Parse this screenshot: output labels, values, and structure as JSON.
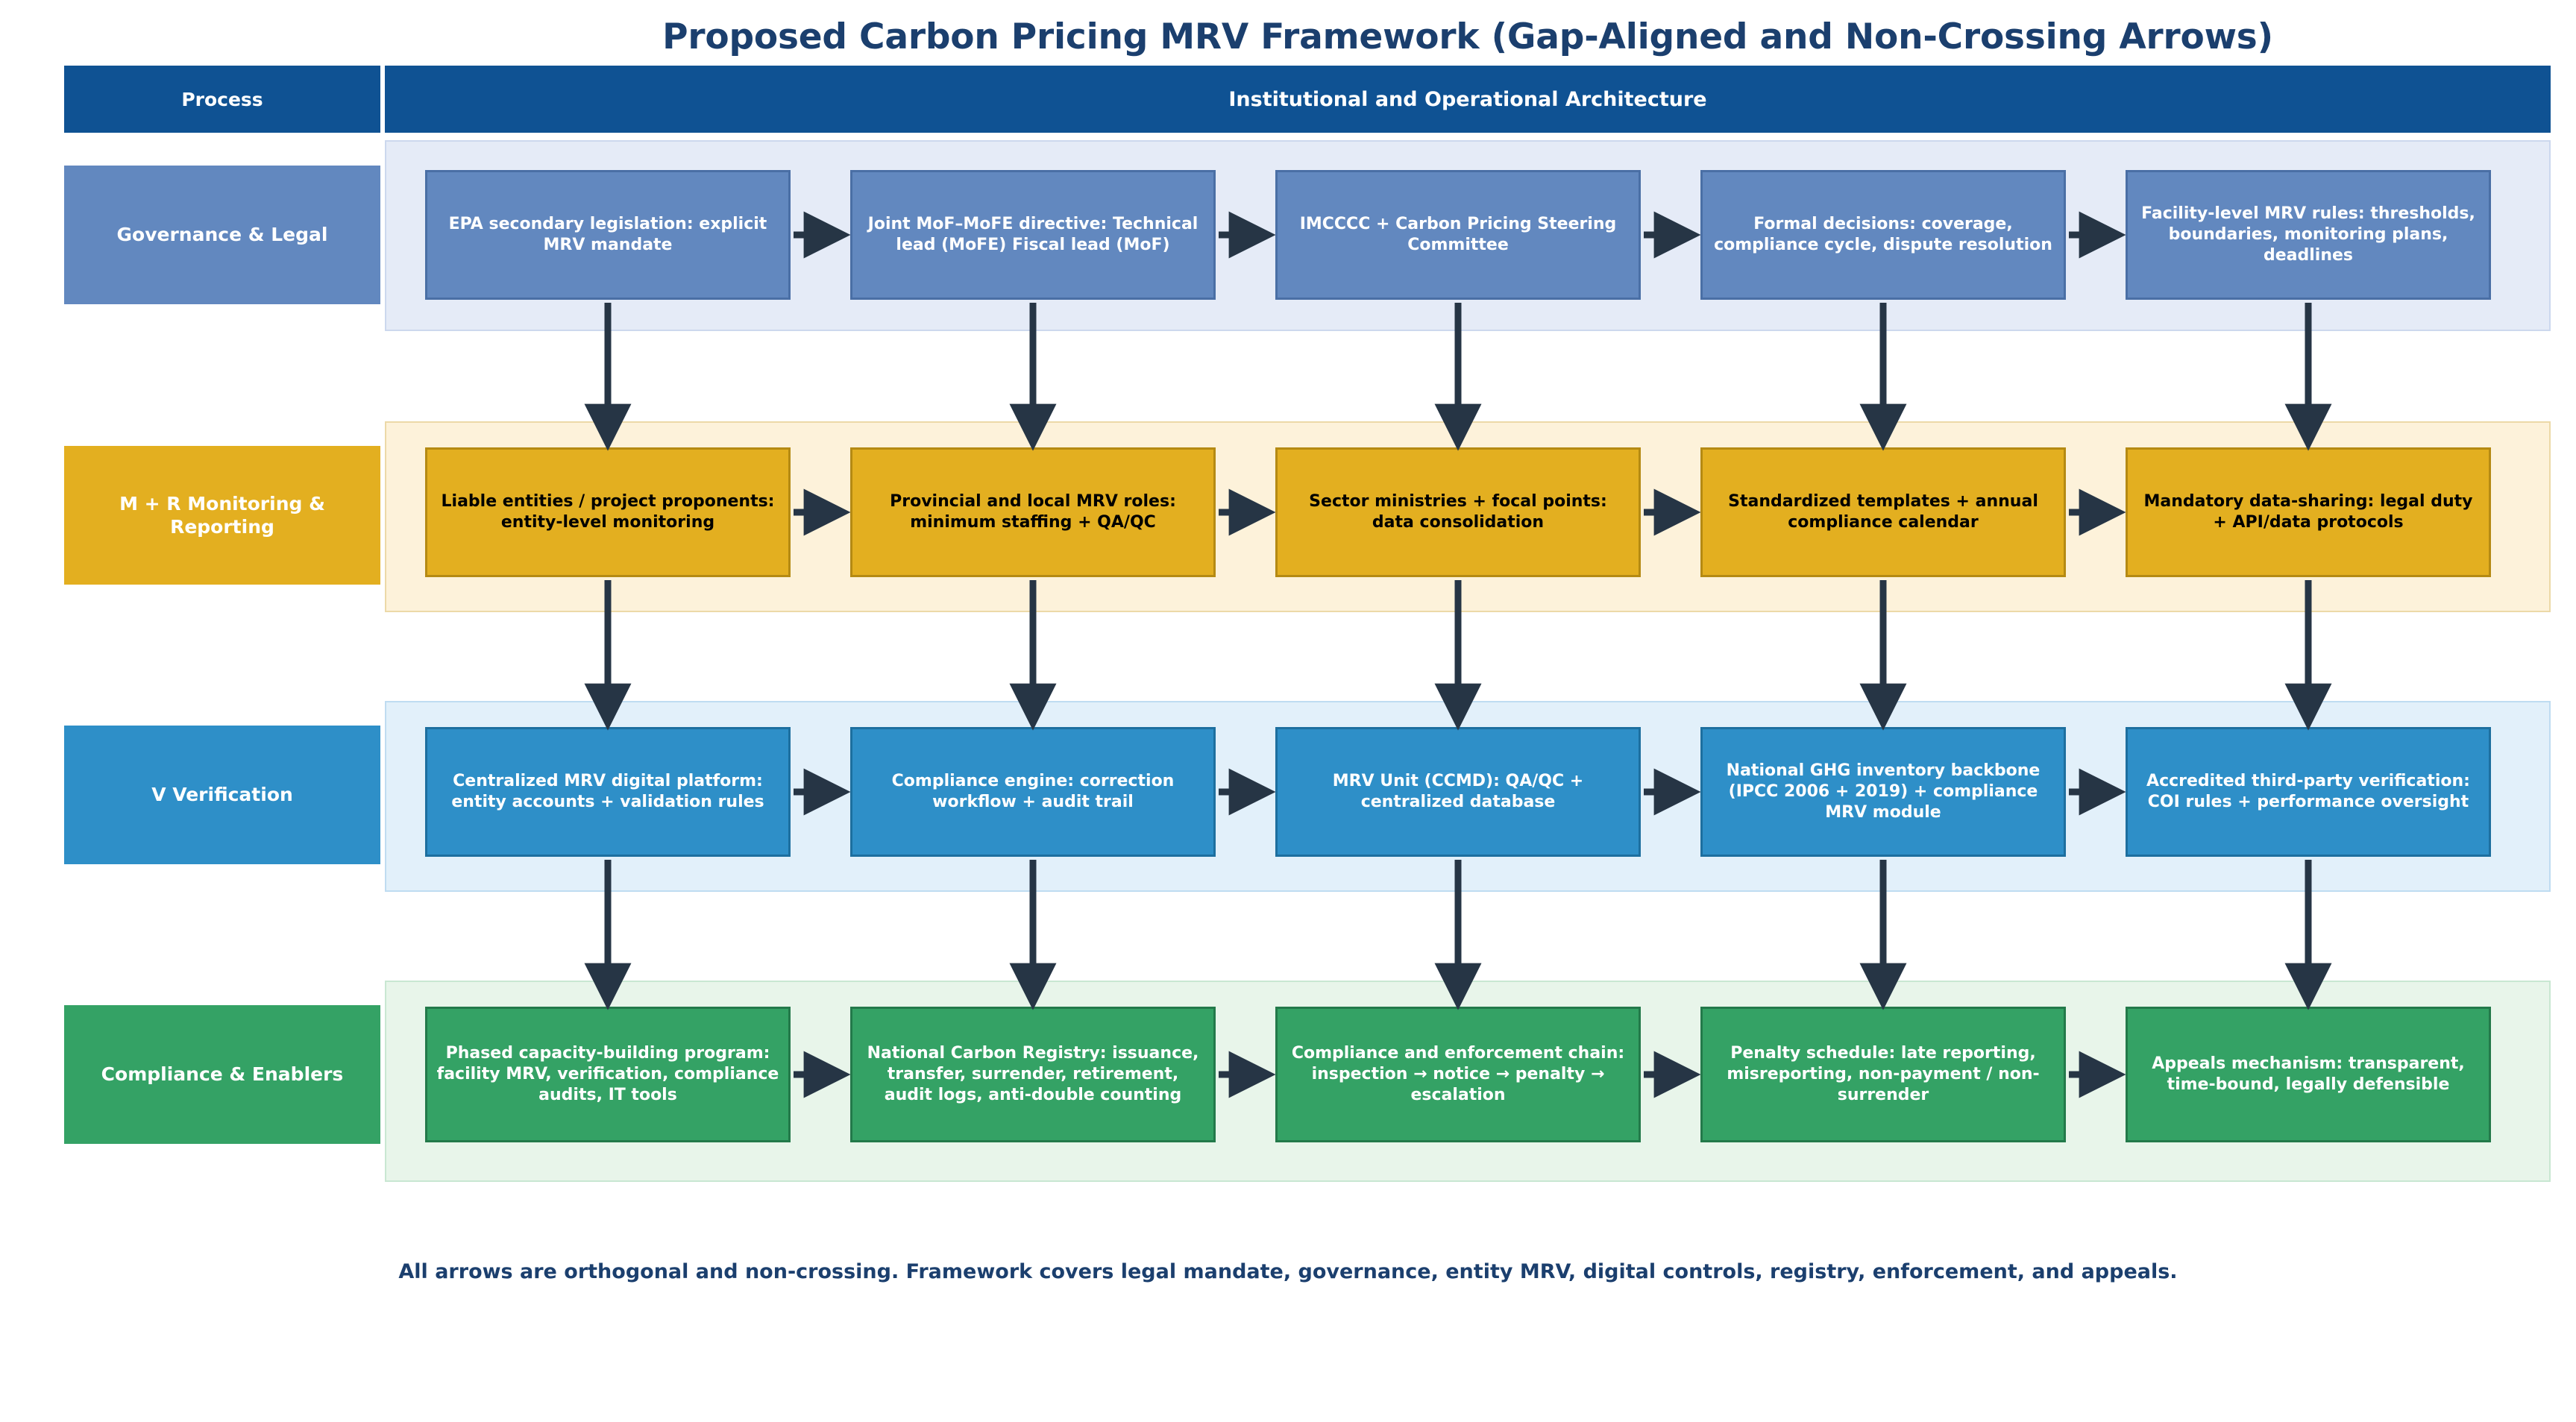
{
  "title": "Proposed Carbon Pricing MRV Framework (Gap-Aligned and Non-Crossing Arrows)",
  "header": {
    "process_label": "Process",
    "main_label": "Institutional and Operational Architecture"
  },
  "caption": "All arrows are orthogonal and non-crossing. Framework covers legal mandate, governance, entity MRV, digital controls, registry, enforcement, and appeals.",
  "colors": {
    "header_blue": "#0f5293",
    "title_navy": "#1b3f6e",
    "arrow_navy": "#263545",
    "lane1_fill": "#6288bf",
    "lane1_border": "#4a6fa5",
    "lane1_band": "#e5ebf7",
    "lane1_band_border": "#ccd8ee",
    "lane2_fill": "#e3af20",
    "lane2_border": "#b58a13",
    "lane2_band": "#fdf2da",
    "lane2_band_border": "#ecd9a8",
    "lane3_fill": "#2e8fc8",
    "lane3_border": "#1d6f9f",
    "lane3_band": "#e2f0fa",
    "lane3_band_border": "#bfdcf1",
    "lane4_fill": "#34a265",
    "lane4_border": "#23794a",
    "lane4_band": "#e8f5ea",
    "lane4_band_border": "#c9e7d2"
  },
  "lanes": [
    {
      "id": "governance-legal",
      "label": "Governance & Legal",
      "text_color": "#ffffff",
      "nodes": [
        "EPA secondary legislation: explicit MRV mandate",
        "Joint MoF–MoFE directive: Technical lead (MoFE) Fiscal lead (MoF)",
        "IMCCCC + Carbon Pricing Steering Committee",
        "Formal decisions: coverage, compliance cycle, dispute resolution",
        "Facility-level MRV rules: thresholds, boundaries, monitoring plans, deadlines"
      ]
    },
    {
      "id": "m-r-monitoring-reporting",
      "label": "M + R Monitoring & Reporting",
      "text_color": "#000000",
      "nodes": [
        "Liable entities / project proponents: entity-level monitoring",
        "Provincial and local MRV roles: minimum staffing + QA/QC",
        "Sector ministries + focal points: data consolidation",
        "Standardized templates + annual compliance calendar",
        "Mandatory data-sharing: legal duty + API/data protocols"
      ]
    },
    {
      "id": "v-verification",
      "label": "V Verification",
      "text_color": "#ffffff",
      "nodes": [
        "Centralized MRV digital platform: entity accounts + validation rules",
        "Compliance engine: correction workflow + audit trail",
        "MRV Unit (CCMD): QA/QC + centralized database",
        "National GHG inventory backbone (IPCC 2006 + 2019) + compliance MRV module",
        "Accredited third-party verification: COI rules + performance oversight"
      ]
    },
    {
      "id": "compliance-enablers",
      "label": "Compliance & Enablers",
      "text_color": "#ffffff",
      "nodes": [
        "Phased capacity-building program: facility MRV, verification, compliance audits, IT tools",
        "National Carbon Registry: issuance, transfer, surrender, retirement, audit logs, anti-double counting",
        "Compliance and enforcement chain: inspection → notice → penalty → escalation",
        "Penalty schedule: late reporting, misreporting, non-payment / non-surrender",
        "Appeals mechanism: transparent, time-bound, legally defensible"
      ]
    }
  ]
}
